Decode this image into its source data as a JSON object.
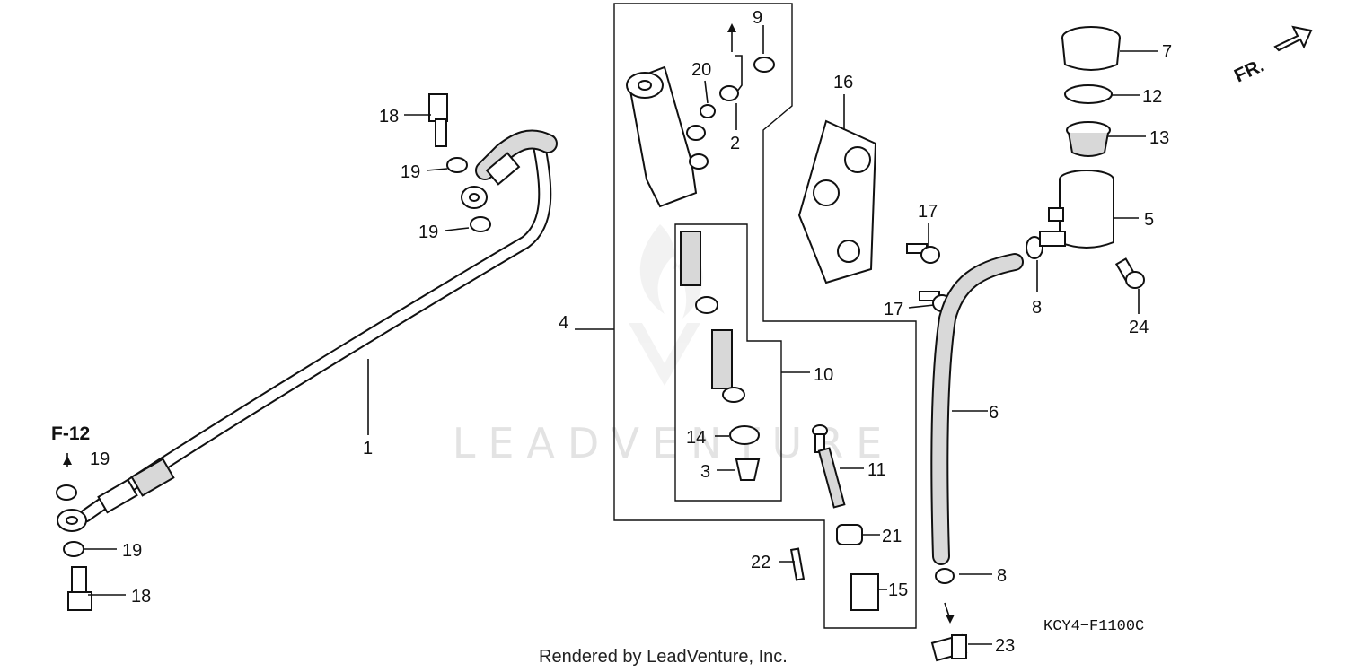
{
  "watermark": "LEADVENTURE",
  "credit": "Rendered by LeadVenture, Inc.",
  "diagram_code": "KCY4−F1100C",
  "ref_label": "F-12",
  "direction_label": "FR.",
  "callouts": {
    "c1": "1",
    "c2": "2",
    "c3": "3",
    "c4": "4",
    "c5": "5",
    "c6": "6",
    "c7": "7",
    "c8a": "8",
    "c8b": "8",
    "c9": "9",
    "c10": "10",
    "c11": "11",
    "c12": "12",
    "c13": "13",
    "c14": "14",
    "c15": "15",
    "c16": "16",
    "c17a": "17",
    "c17b": "17",
    "c18a": "18",
    "c18b": "18",
    "c19a": "19",
    "c19b": "19",
    "c19c": "19",
    "c19d": "19",
    "c20": "20",
    "c21": "21",
    "c22": "22",
    "c23": "23",
    "c24": "24"
  }
}
